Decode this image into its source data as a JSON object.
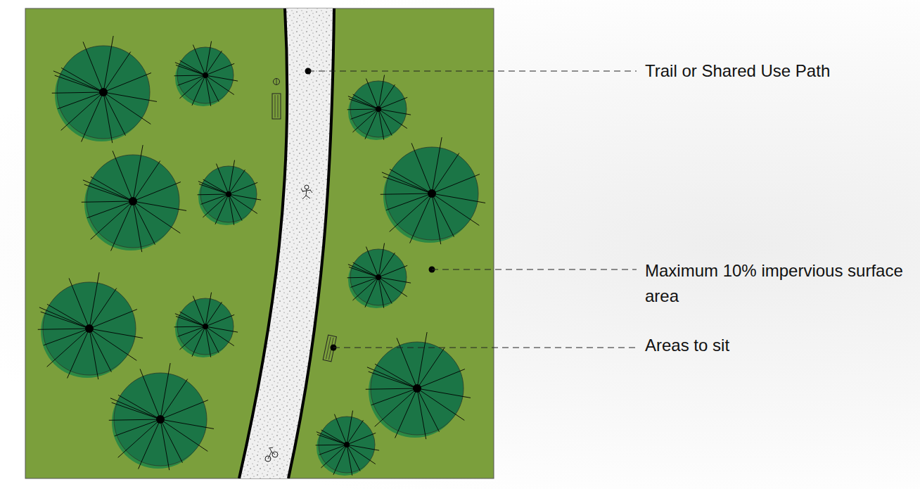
{
  "diagram": {
    "labels": [
      "Trail or Shared Use Path",
      "Maximum 10% impervious surface area",
      "Areas to sit"
    ]
  }
}
